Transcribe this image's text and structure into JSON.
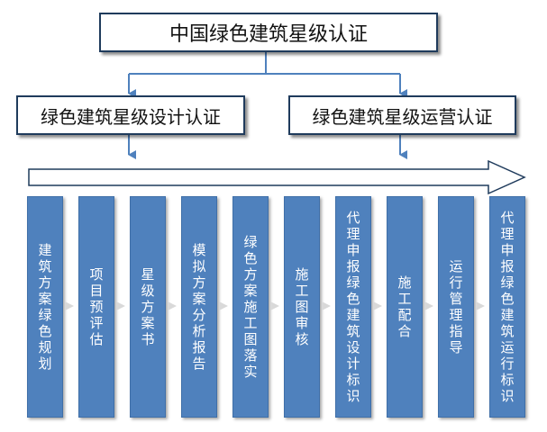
{
  "root": "中国绿色建筑星级认证",
  "branches": [
    "绿色建筑星级设计认证",
    "绿色建筑星级运营认证"
  ],
  "steps": [
    "建筑方案绿色规划",
    "项目预评估",
    "星级方案书",
    "模拟方案分析报告",
    "绿色方案施工图落实",
    "施工图审核",
    "代理申报绿色建筑设计标识",
    "施工配合",
    "运行管理指导",
    "代理申报绿色建筑运行标识"
  ],
  "colors": {
    "connector": "#4f81bd",
    "step_fill": "#4f81bd",
    "box_border": "#1f3b5c",
    "chevron": "#d9d9d9"
  }
}
